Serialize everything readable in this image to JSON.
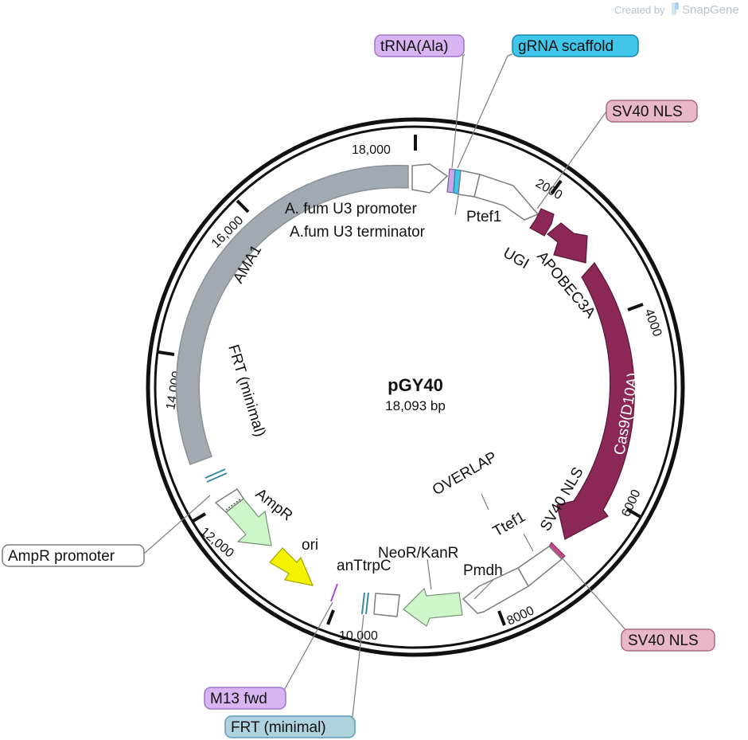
{
  "credit": {
    "created_by": "Created by",
    "brand": "SnapGene"
  },
  "plasmid": {
    "name": "pGY40",
    "length": "18,093 bp"
  },
  "colors": {
    "purple_feature": "#c9a6e8",
    "cyan_feature": "#3fc6ea",
    "nls": "#e8b8c8",
    "cas9": "#8b2858",
    "ama1": "#a3a9b0",
    "ampr": "#cdf7c9",
    "ori": "#f5f200",
    "frt": "#aed2de",
    "m13": "#d8b5f2"
  },
  "ticks": [
    "18,000",
    "2000",
    "4000",
    "6000",
    "8000",
    "10,000",
    "12,000",
    "14,000",
    "16,000"
  ],
  "features": {
    "a_fum_u3_promoter": "A. fum U3 promoter",
    "a_fum_u3_terminator": "A.fum U3 terminator",
    "ptef1": "Ptef1",
    "ugi": "UGI",
    "apobec3a": "APOBEC3A",
    "cas9": "Cas9(D10A)",
    "sv40_nls_inner": "SV40 NLS",
    "overlap": "OVERLAP",
    "ttef1": "Ttef1",
    "neor": "NeoR/KanR",
    "pmdh": "Pmdh",
    "antrpc": "anTtrpC",
    "ori": "ori",
    "ampr": "AmpR",
    "frt_inner": "FRT (minimal)",
    "ama1": "AMA1"
  },
  "callouts": {
    "trna": "tRNA(Ala)",
    "grna": "gRNA scaffold",
    "sv40_top": "SV40 NLS",
    "sv40_bottom": "SV40 NLS",
    "ampr_promoter": "AmpR promoter",
    "m13": "M13 fwd",
    "frt_bottom": "FRT (minimal)"
  }
}
